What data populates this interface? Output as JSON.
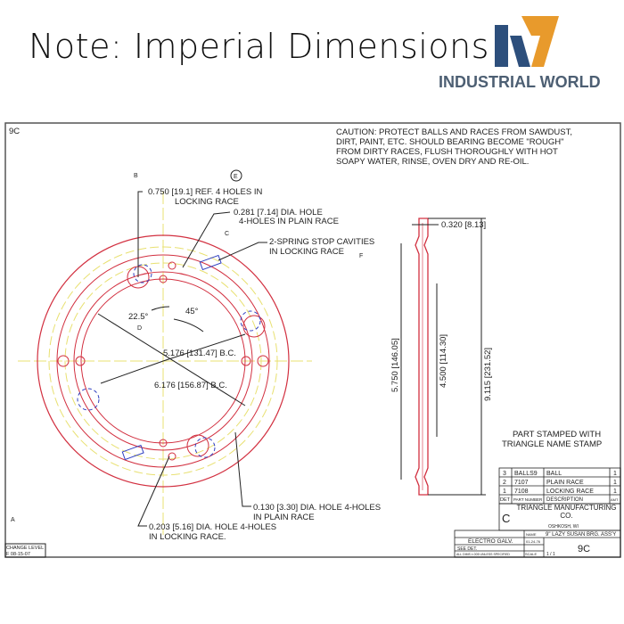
{
  "header": {
    "note": "Note: Imperial Dimensions",
    "logo_text": "INDUSTRIAL WORLD",
    "logo_colors": {
      "blue": "#2d4f7c",
      "orange": "#e89a2c"
    }
  },
  "drawing": {
    "sheet_id_top": "9C",
    "caution": [
      "CAUTION: PROTECT BALLS AND RACES FROM SAWDUST,",
      "DIRT, PAINT, ETC. SHOULD BEARING BECOME \"ROUGH\"",
      "FROM DIRTY RACES, FLUSH THOROUGHLY WITH HOT",
      "SOAPY WATER, RINSE, OVEN DRY AND RE-OIL."
    ],
    "callouts": {
      "ref_holes": [
        "0.750 [19.1] REF. 4 HOLES IN",
        "LOCKING RACE"
      ],
      "dia_hole_plain": [
        "0.281 [7.14] DIA. HOLE",
        "4-HOLES IN PLAIN RACE"
      ],
      "spring_stop": [
        "2-SPRING STOP CAVITIES",
        "IN LOCKING RACE"
      ],
      "angle_a": "22.5°",
      "angle_b": "45°",
      "bc_inner": "5.176 [131.47] B.C.",
      "bc_outer": "6.176 [156.87] B.C.",
      "hole_130": [
        "0.130 [3.30] DIA. HOLE 4-HOLES",
        "IN PLAIN RACE"
      ],
      "hole_203": [
        "0.203 [5.16] DIA. HOLE 4-HOLES",
        "IN LOCKING RACE."
      ],
      "thickness": "0.320 [8.13]",
      "dim_5750": "5.750 [146.05]",
      "dim_4500": "4.500 [114.30]",
      "dim_9115": "9.115 [231.52]",
      "stamp": [
        "PART STAMPED WITH",
        "TRIANGLE NAME STAMP"
      ],
      "markers": {
        "e": "E",
        "b": "B",
        "c": "C",
        "f": "F",
        "a": "A",
        "d": "D"
      }
    },
    "bom": [
      {
        "det": "3",
        "part": "BALLS9",
        "desc": "BALL",
        "amt": "1"
      },
      {
        "det": "2",
        "part": "7107",
        "desc": "PLAIN RACE",
        "amt": "1"
      },
      {
        "det": "1",
        "part": "7108",
        "desc": "LOCKING RACE",
        "amt": "1"
      }
    ],
    "bom_header": {
      "det": "DET",
      "part": "PART NUMBER",
      "desc": "DESCRIPTION",
      "amt": "AMT"
    },
    "title_block": {
      "rev": "C",
      "company": "TRIANGLE MANUFACTURING CO.",
      "city": "OSHKOSH, WI",
      "name_label": "NAME",
      "name": "9\" LAZY SUSAN BRG. ASS'Y",
      "finish": "ELECTRO GALV.",
      "det": "SEE DET.",
      "tolerance": "ALL DIMS ±.005 UNLESS SPECIFIED",
      "date": "01-24-76",
      "scale_label": "SCALE",
      "scale": "1 / 1",
      "sheet": "9C"
    },
    "change_level": {
      "label": "CHANGE LEVEL",
      "value": "F  08-15-07"
    }
  }
}
